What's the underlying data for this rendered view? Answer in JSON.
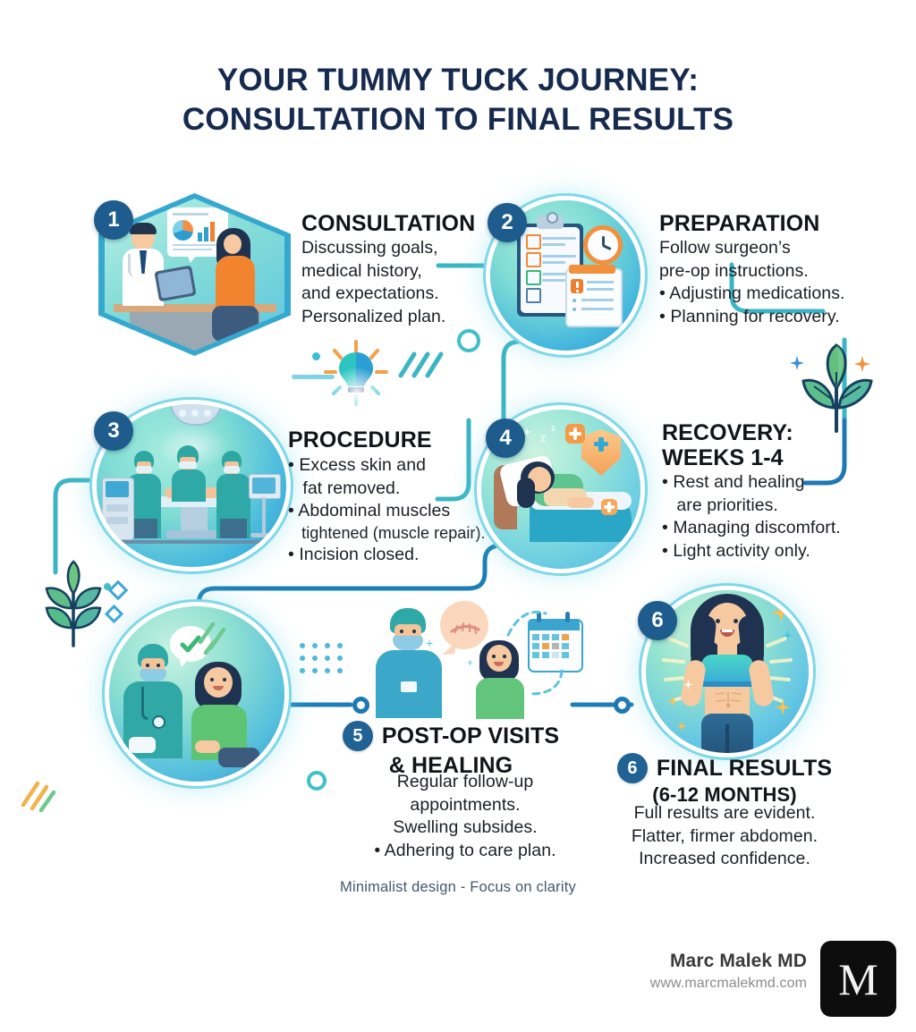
{
  "title": {
    "line1": "YOUR TUMMY TUCK JOURNEY:",
    "line2": "CONSULTATION TO FINAL RESULTS",
    "color": "#152a4e"
  },
  "theme": {
    "badge_color": "#1d5c8d",
    "connector_teal": "#3bb5c4",
    "connector_blue": "#1e78b4",
    "heading_color": "#111418",
    "body_color": "#1b1f24"
  },
  "steps": [
    {
      "number": "1",
      "heading": "CONSULTATION",
      "lines": [
        "Discussing goals,",
        "medical history,",
        "and expectations.",
        "Personalized plan."
      ],
      "illustration": "doctor-patient-consultation"
    },
    {
      "number": "2",
      "heading": "PREPARATION",
      "lines": [
        "Follow surgeon’s",
        "pre-op instructions.",
        "• Adjusting medications.",
        "• Planning for recovery."
      ],
      "illustration": "clipboard-checklist-clock"
    },
    {
      "number": "3",
      "heading": "PROCEDURE",
      "lines": [
        "• Excess skin and",
        "   fat removed.",
        "• Abdominal muscles",
        "   tightened (muscle repair).",
        "• Incision closed."
      ],
      "illustration": "operating-room-surgery"
    },
    {
      "number": "4",
      "heading_line1": "RECOVERY:",
      "heading_line2": "WEEKS 1-4",
      "lines": [
        "• Rest and healing",
        "   are priorities.",
        "• Managing discomfort.",
        "• Light activity only."
      ],
      "illustration": "patient-resting-in-bed"
    },
    {
      "number": "5",
      "heading_line1": "POST-OP VISITS",
      "heading_line2": "& HEALING",
      "lines": [
        "Regular follow-up",
        "appointments.",
        "Swelling subsides.",
        "• Adhering to care plan."
      ],
      "illustration": "surgeon-patient-followup"
    },
    {
      "number": "6",
      "heading_line1": "FINAL RESULTS",
      "heading_line2": "(6-12 MONTHS)",
      "lines": [
        "Full results are evident.",
        "Flatter, firmer abdomen.",
        "Increased confidence."
      ],
      "illustration": "woman-fit-result"
    }
  ],
  "footer": {
    "tagline": "Minimalist design - Focus on clarity",
    "brand_name": "Marc Malek MD",
    "brand_url": "www.marcmalekmd.com",
    "logo_letter": "M"
  }
}
